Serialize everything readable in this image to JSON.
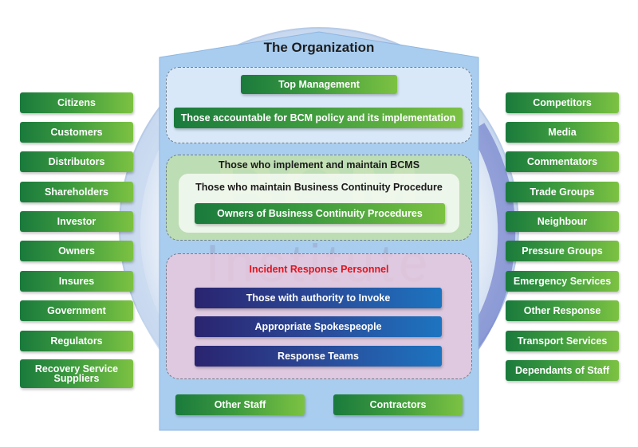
{
  "title": "The Organization",
  "watermark": {
    "line1": "BCM",
    "line2": "Institute"
  },
  "top_zone": {
    "items": [
      "Top Management",
      "Those accountable for BCM policy and its implementation"
    ]
  },
  "middle_zone": {
    "heading": "Those who implement and maintain BCMS",
    "subheading": "Those who maintain Business Continuity Procedure",
    "item": "Owners of Business Continuity Procedures"
  },
  "bottom_zone": {
    "heading": "Incident Response Personnel",
    "items": [
      "Those with authority to Invoke",
      "Appropriate Spokespeople",
      "Response Teams"
    ]
  },
  "footer_items": [
    "Other Staff",
    "Contractors"
  ],
  "left_stakeholders": [
    "Citizens",
    "Customers",
    "Distributors",
    "Shareholders",
    "Investor",
    "Owners",
    "Insures",
    "Government",
    "Regulators",
    "Recovery Service Suppliers"
  ],
  "right_stakeholders": [
    "Competitors",
    "Media",
    "Commentators",
    "Trade Groups",
    "Neighbour",
    "Pressure Groups",
    "Emergency Services",
    "Other Response",
    "Transport Services",
    "Dependants of Staff"
  ],
  "colors": {
    "green_dark": "#1a7a3c",
    "green_light": "#7cc242",
    "blue_dark": "#2a2470",
    "blue_light": "#1d74c0",
    "response_heading": "#e3121d",
    "building": "#a9cdef"
  }
}
